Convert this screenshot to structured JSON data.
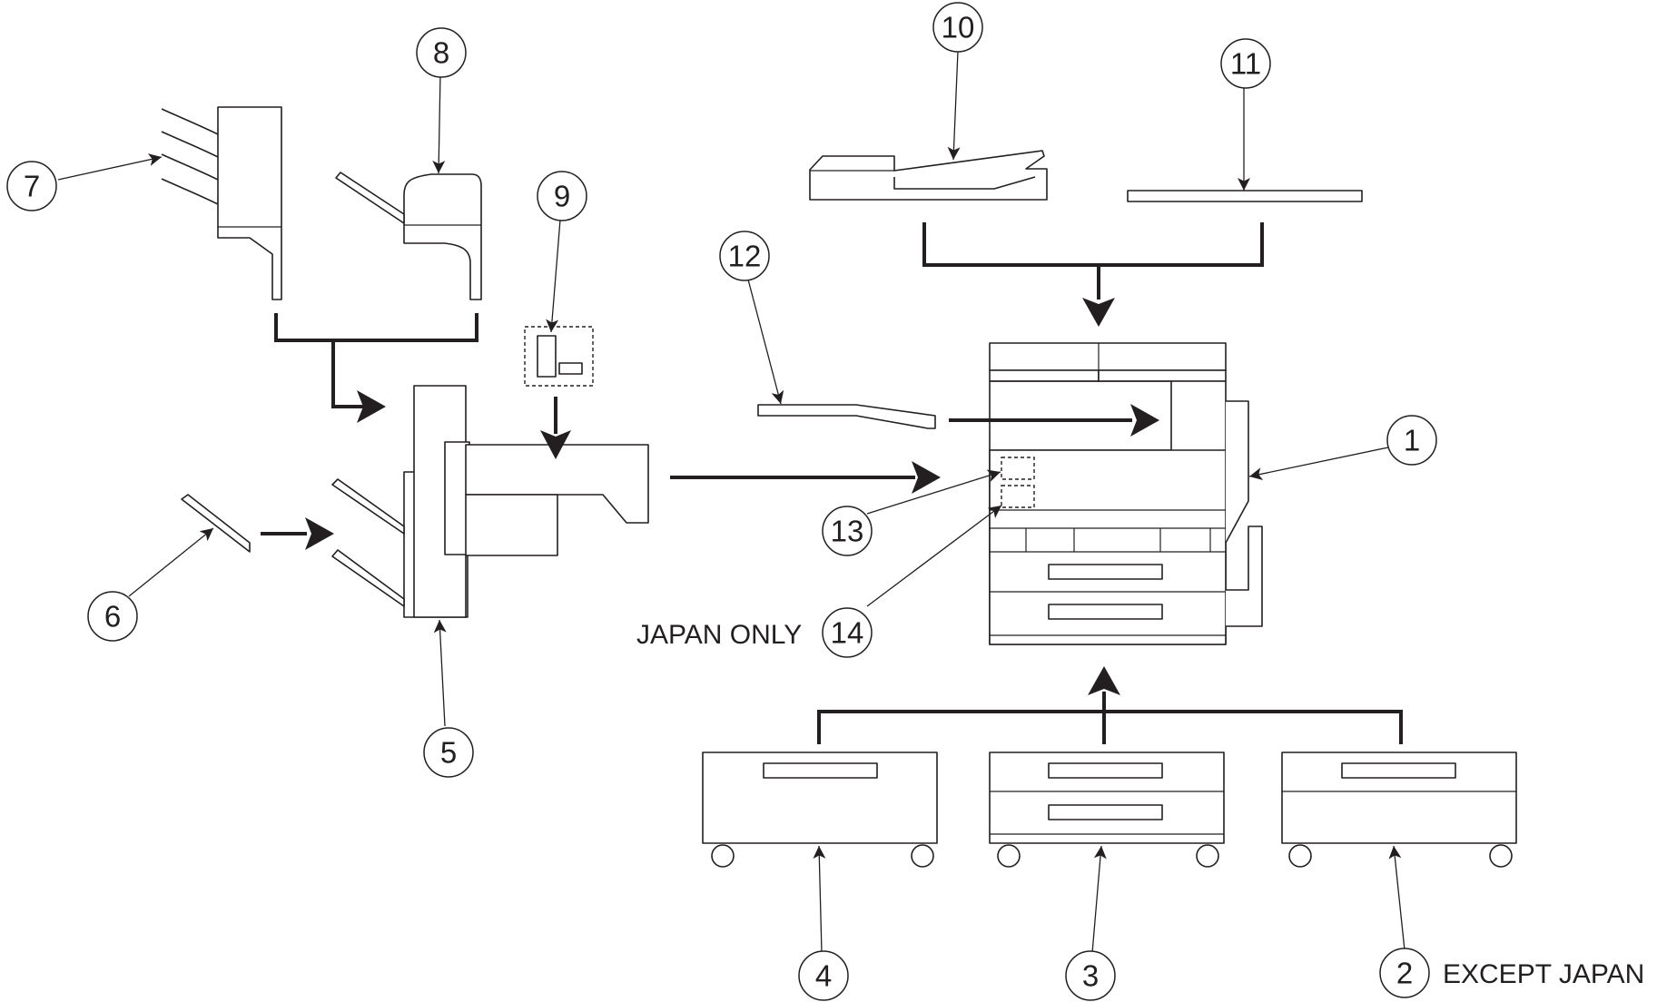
{
  "callouts": {
    "c1": "1",
    "c2": "2",
    "c3": "3",
    "c4": "4",
    "c5": "5",
    "c6": "6",
    "c7": "7",
    "c8": "8",
    "c9": "9",
    "c10": "10",
    "c11": "11",
    "c12": "12",
    "c13": "13",
    "c14": "14"
  },
  "notes": {
    "japan_only": "JAPAN ONLY",
    "except_japan": "EXCEPT JAPAN"
  }
}
